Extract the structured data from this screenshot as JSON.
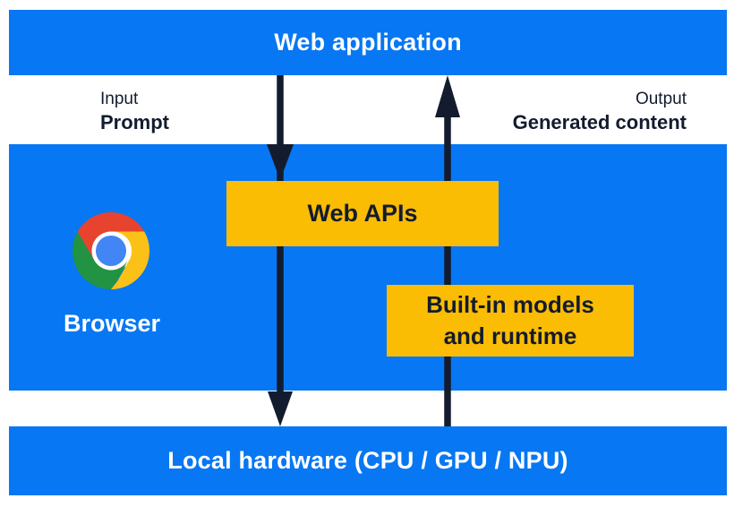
{
  "title_bars": {
    "web_application": "Web application",
    "local_hardware": "Local hardware (CPU / GPU / NPU)"
  },
  "io_labels": {
    "input_caption": "Input",
    "input_label": "Prompt",
    "output_caption": "Output",
    "output_label": "Generated content"
  },
  "browser": {
    "label": "Browser",
    "logo_icon": "chrome-logo-icon"
  },
  "components": {
    "web_apis": "Web APIs",
    "builtin_models_line1": "Built-in models",
    "builtin_models_line2": "and runtime"
  },
  "colors": {
    "section_blue": "#0777f3",
    "component_yellow": "#fbbc04",
    "ink_navy": "#131c2e",
    "text_white": "#ffffff",
    "chrome_red": "#e8432f",
    "chrome_yellow": "#fbc116",
    "chrome_green": "#229342",
    "chrome_center_blue": "#4285f4"
  }
}
